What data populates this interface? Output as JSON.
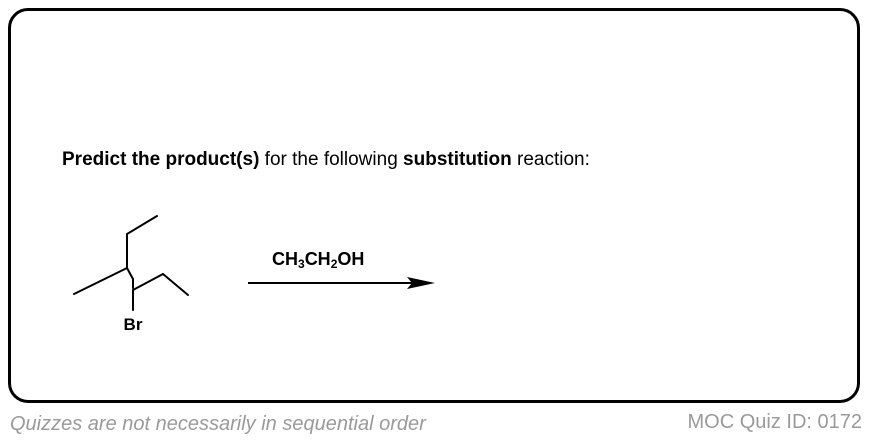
{
  "question": {
    "part1_bold": "Predict the product(s)",
    "part2": " for the following ",
    "part3_bold": "substitution",
    "part4": " reaction:"
  },
  "molecule": {
    "substituent_label": "Br"
  },
  "reagent": {
    "c1": "CH",
    "n1": "3",
    "c2": "CH",
    "n2": "2",
    "c3": "OH"
  },
  "footer": {
    "left": "Quizzes are not necessarily in sequential order",
    "right": "MOC Quiz ID: 0172"
  },
  "colors": {
    "border": "#000000",
    "footer_text": "#9a9a9a"
  }
}
